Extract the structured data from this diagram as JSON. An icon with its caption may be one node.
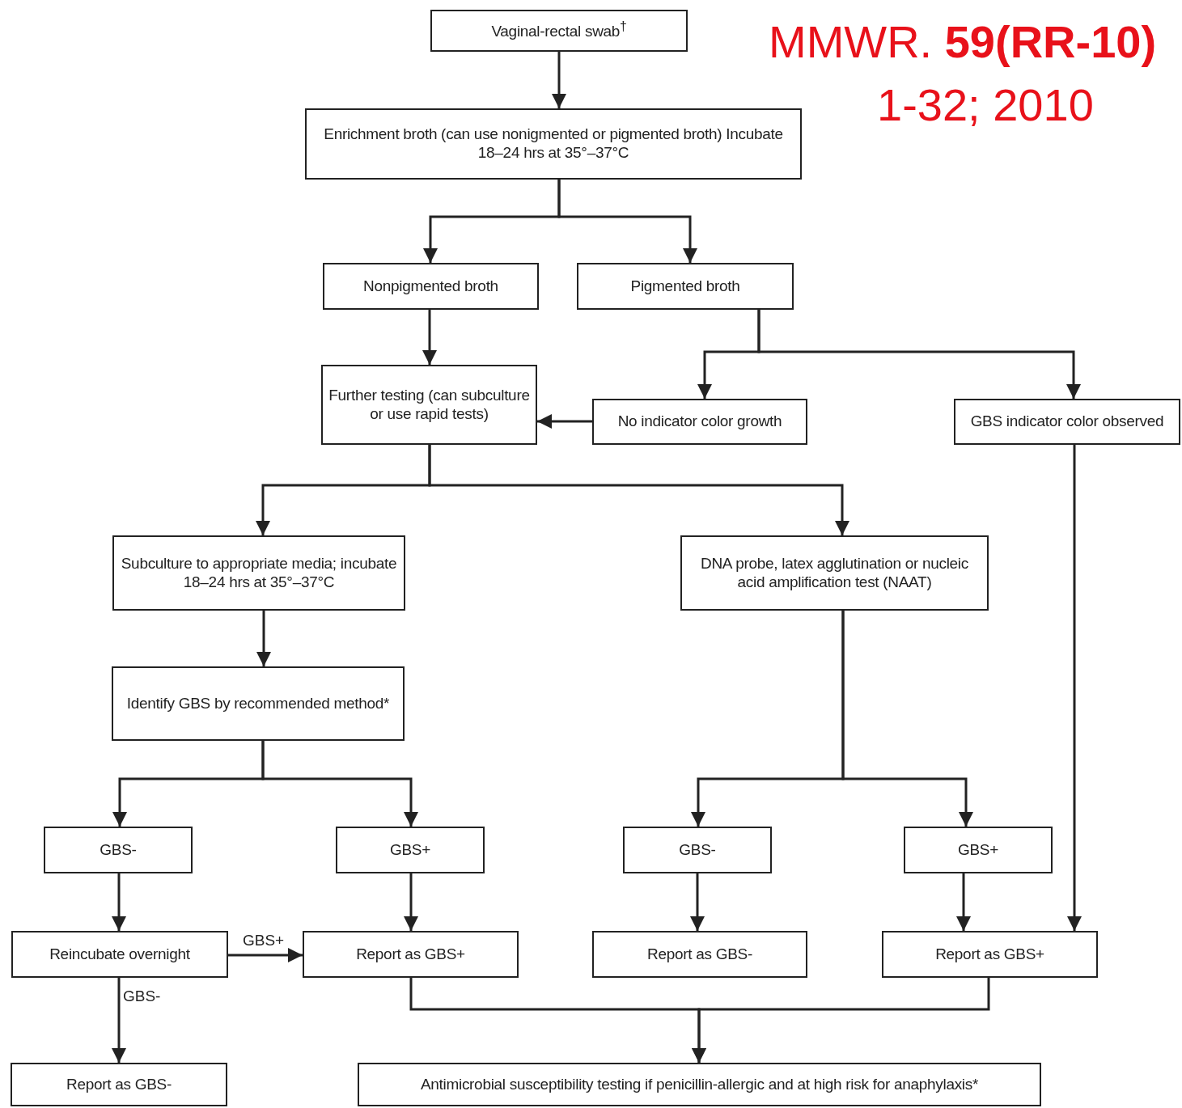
{
  "diagram": {
    "nodes": [
      {
        "text": [
          "Vaginal-rectal swab$^{†}$"
        ]
      },
      {
        "text": [
          "Enrichment broth (can use nonigmented or pigmented broth) Incubate 18–24 hrs at 35°–37°C"
        ]
      },
      {
        "text": [
          "Nonpigmented broth"
        ]
      },
      {
        "text": [
          "Pigmented broth"
        ]
      },
      {
        "text": [
          "Further testing (can subculture or use rapid tests)"
        ]
      },
      {
        "text": [
          "No indicator color growth"
        ]
      },
      {
        "text": [
          "GBS indicator color observed"
        ]
      },
      {
        "text": [
          "Subculture to appropriate media; incubate 18–24 hrs at 35°–37°C"
        ]
      },
      {
        "text": [
          "DNA probe, latex agglutination or nucleic acid amplification test (NAAT)"
        ]
      },
      {
        "text": [
          "Identify GBS by recommended method*"
        ]
      },
      {
        "text": [
          "GBS-"
        ]
      },
      {
        "text": [
          "GBS+"
        ]
      },
      {
        "text": [
          "GBS-"
        ]
      },
      {
        "text": [
          "GBS+"
        ]
      },
      {
        "text": [
          "Reincubate overnight"
        ]
      },
      {
        "text": [
          "Report as GBS+"
        ]
      },
      {
        "text": [
          "Report as GBS-"
        ]
      },
      {
        "text": [
          "Report as GBS+"
        ]
      },
      {
        "text": [
          "Report as GBS-"
        ]
      },
      {
        "text": [
          "Antimicrobial susceptibility testing if penicillin-allergic and at high risk for anaphylaxis*"
        ]
      }
    ],
    "edges": [
      {
        "from": 0,
        "to": 1,
        "arrow": "to"
      },
      {
        "from": 1,
        "to": 2,
        "arrow": "to"
      },
      {
        "from": 1,
        "to": 3,
        "arrow": "to"
      },
      {
        "from": 2,
        "to": 4,
        "arrow": "to"
      },
      {
        "from": 3,
        "to": 5,
        "arrow": "to"
      },
      {
        "from": 3,
        "to": 6,
        "arrow": "to"
      },
      {
        "from": 5,
        "to": 4,
        "arrow": "to"
      },
      {
        "from": 4,
        "to": 7,
        "arrow": "to"
      },
      {
        "from": 4,
        "to": 8,
        "arrow": "to"
      },
      {
        "from": 7,
        "to": 9,
        "arrow": "to"
      },
      {
        "from": 9,
        "to": 10,
        "arrow": "to"
      },
      {
        "from": 9,
        "to": 11,
        "arrow": "to"
      },
      {
        "from": 8,
        "to": 12,
        "arrow": "to"
      },
      {
        "from": 8,
        "to": 13,
        "arrow": "to"
      },
      {
        "from": 10,
        "to": 14,
        "arrow": "to"
      },
      {
        "from": 11,
        "to": 15,
        "arrow": "to"
      },
      {
        "from": 12,
        "to": 16,
        "arrow": "to"
      },
      {
        "from": 13,
        "to": 17,
        "arrow": "to"
      },
      {
        "from": 6,
        "to": 17,
        "arrow": "to"
      },
      {
        "from": 14,
        "to": 15,
        "label": "GBS+",
        "arrow": "to"
      },
      {
        "from": 14,
        "to": 18,
        "label": "GBS-",
        "arrow": "to"
      },
      {
        "from": 15,
        "to": 19,
        "arrow": "to"
      },
      {
        "from": 17,
        "to": 19,
        "arrow": "to"
      }
    ],
    "labels": [
      "MMWR. **59(RR-10)**",
      "1-32; 2010"
    ]
  }
}
